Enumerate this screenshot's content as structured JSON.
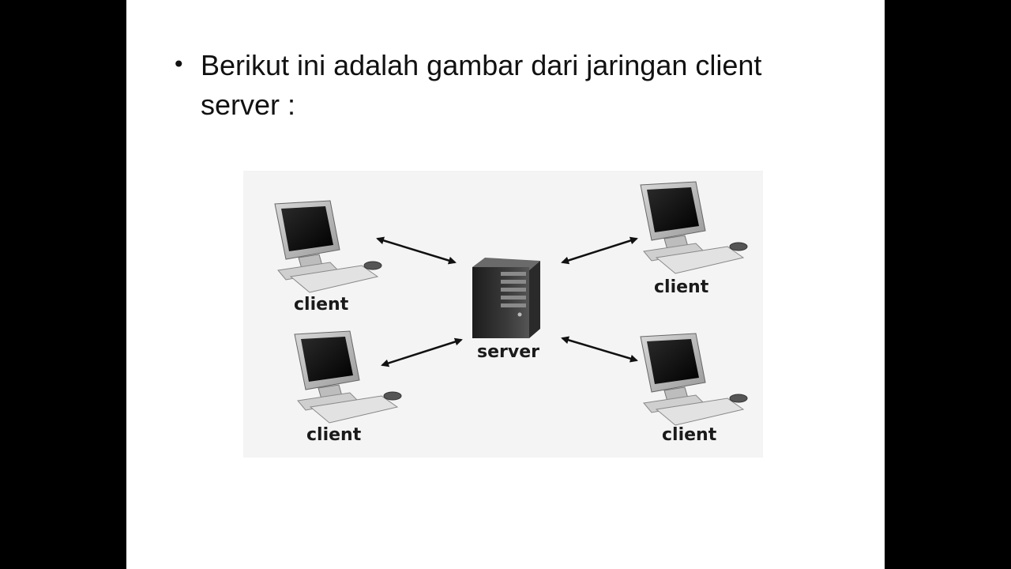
{
  "slide": {
    "bullet_symbol": "•",
    "text": "Berikut ini adalah gambar dari jaringan client server :"
  },
  "diagram": {
    "server_label": "server",
    "client_labels": [
      "client",
      "client",
      "client",
      "client"
    ]
  },
  "colors": {
    "background": "#000000",
    "slide": "#ffffff",
    "diagram_bg": "#f4f4f4"
  }
}
